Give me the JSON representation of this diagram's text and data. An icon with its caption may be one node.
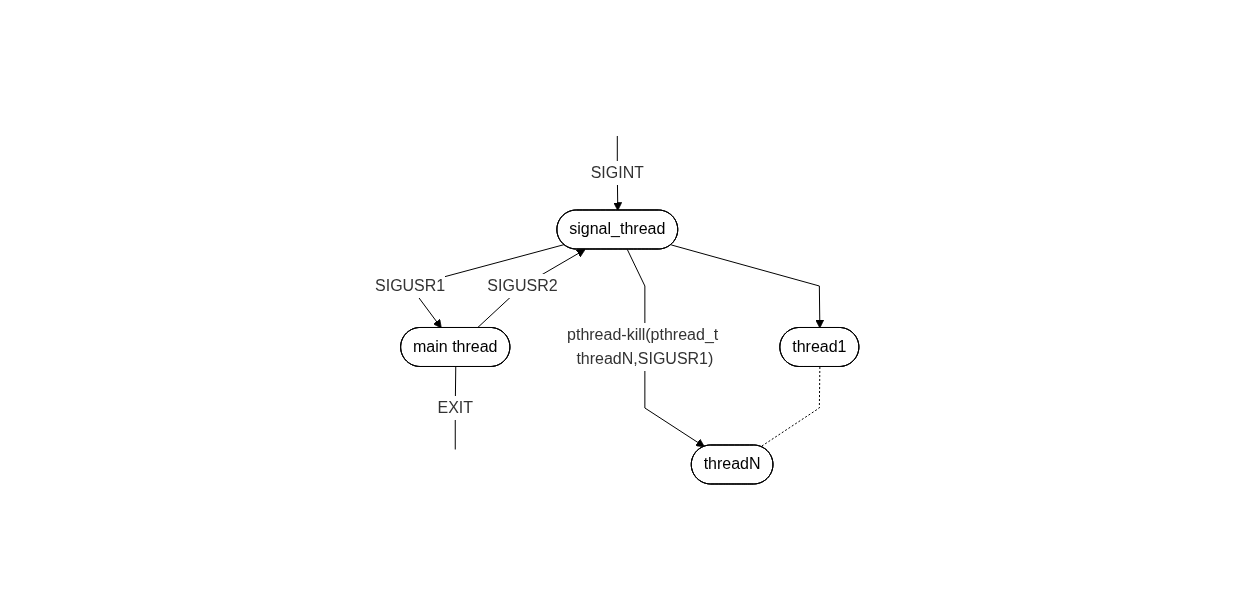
{
  "diagram": {
    "nodes": [
      {
        "text": [
          "signal_thread"
        ]
      },
      {
        "text": [
          "main thread"
        ]
      },
      {
        "text": [
          "thread1"
        ]
      },
      {
        "text": [
          "threadN"
        ]
      }
    ],
    "edges": [
      {
        "from": null,
        "to": 0,
        "arrow": "to",
        "label": "SIGINT"
      },
      {
        "from": 0,
        "to": 1,
        "arrow": "to",
        "label": "SIGUSR1"
      },
      {
        "from": 1,
        "to": 0,
        "arrow": "to",
        "label": "SIGUSR2"
      },
      {
        "from": 0,
        "to": 2,
        "arrow": "to"
      },
      {
        "from": 0,
        "to": 3,
        "arrow": "to",
        "label": "pthread-kill(pthread_t threadN,SIGUSR1)"
      },
      {
        "from": 2,
        "to": 3,
        "arrow": "none",
        "style": "dashed"
      },
      {
        "from": 1,
        "to": null,
        "arrow": "none",
        "label": "EXIT"
      }
    ]
  }
}
